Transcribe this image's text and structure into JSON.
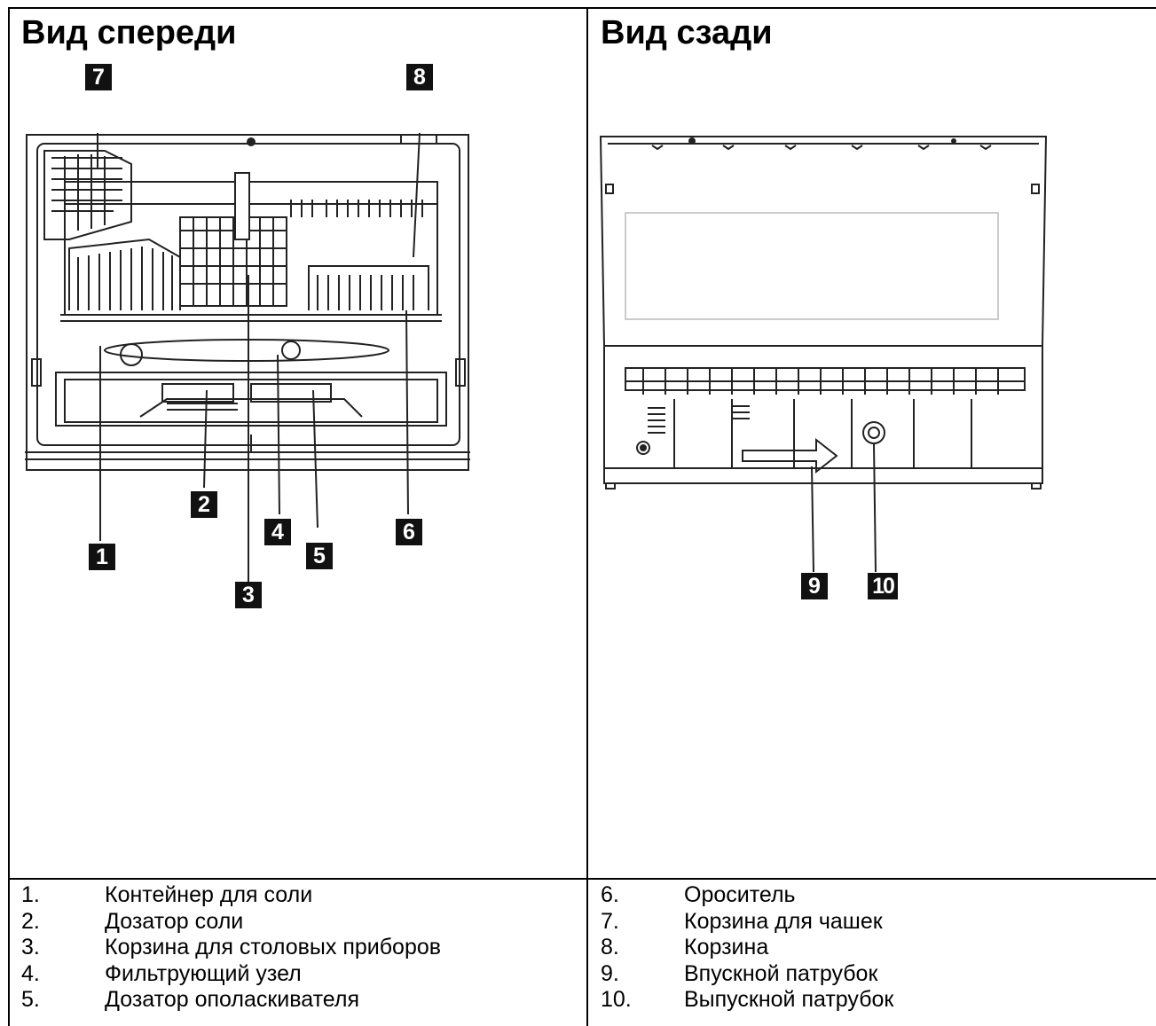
{
  "front": {
    "title": "Вид спереди",
    "callouts": [
      "7",
      "8",
      "2",
      "4",
      "6",
      "1",
      "5",
      "3"
    ]
  },
  "back": {
    "title": "Вид сзади",
    "callouts": [
      "9",
      "10"
    ]
  },
  "legend_left": [
    {
      "num": "1.",
      "text": "Контейнер для соли"
    },
    {
      "num": "2.",
      "text": "Дозатор соли"
    },
    {
      "num": "3.",
      "text": "Корзина для столовых приборов"
    },
    {
      "num": "4.",
      "text": "Фильтрующий узел"
    },
    {
      "num": "5.",
      "text": "Дозатор ополаскивателя"
    }
  ],
  "legend_right": [
    {
      "num": "6.",
      "text": "Ороситель"
    },
    {
      "num": "7.",
      "text": "Корзина для чашек"
    },
    {
      "num": "8.",
      "text": "Корзина"
    },
    {
      "num": "9.",
      "text": "Впускной патрубок"
    },
    {
      "num": "10.",
      "text": "Выпускной патрубок"
    }
  ]
}
